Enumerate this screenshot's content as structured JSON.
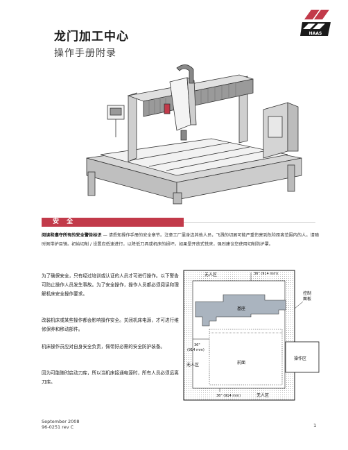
{
  "brand": {
    "logo_text": "HAAS",
    "accent": "#c23a4a"
  },
  "title": "龙门加工中心",
  "subtitle": "操作手册附录",
  "section": {
    "title": "安 全"
  },
  "intro": {
    "lead": "阅读和遵守所有的安全警告标识",
    "text": " — 请悉知操作手册的安全章节。注意工厂里身边其他人员，飞溅的切屑可能严重伤害到危险距离范围内的人。请随时佩带护目镜。初始切削 / 设置应低速进行，以降低刀具或机床的损坏。如果是开放式铣床，强烈建议您使用切削防护罩。"
  },
  "paragraphs": [
    "为了确保安全，只有经过培训或认证的人员才可进行操作。以下警告可防止操作人员发生事故。为了安全操作，操作人员都必须阅读和理解机床安全操作要求。",
    "改装机床或某些操作都会影响操作安全。关闭机床电源，才可进行维修保养和移动部件。",
    "机床操作员应对自身安全负责，佩带好必需的安全防护装备。",
    "因为可能随时启动刀库，所以当机床接通电源时，所有人员必须远离刀库。"
  ],
  "floorplan": {
    "no_entry": "无人区",
    "dimension": "36\" (914 mm)",
    "dim_top": "36\"",
    "dim_bottom": "(914 mm)",
    "base": "基座",
    "front": "前面",
    "control_panel_1": "控制",
    "control_panel_2": "面板",
    "operator_zone": "操作区"
  },
  "footer": {
    "date": "September 2008",
    "rev": "96-0251 rev C",
    "page": "1"
  }
}
